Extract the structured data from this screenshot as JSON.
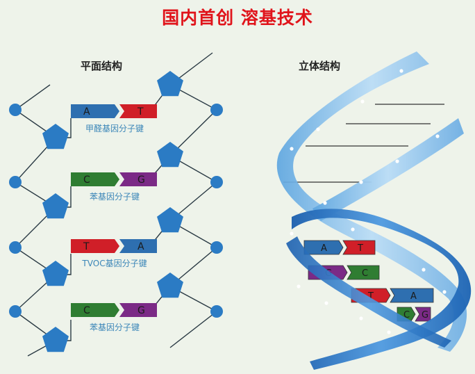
{
  "header": {
    "title": "国内首创 溶基技术",
    "title_color": "#e0141b"
  },
  "planar": {
    "title": "平面结构",
    "pairs": [
      {
        "left": "A",
        "right": "T",
        "left_color": "#2e6fb0",
        "right_color": "#d01f28",
        "caption": "甲醛基因分子键"
      },
      {
        "left": "C",
        "right": "G",
        "left_color": "#2f7d32",
        "right_color": "#7b2a86",
        "caption": "苯基因分子键"
      },
      {
        "left": "T",
        "right": "A",
        "left_color": "#d01f28",
        "right_color": "#2e6fb0",
        "caption": "TVOC基因分子键"
      },
      {
        "left": "C",
        "right": "G",
        "left_color": "#2f7d32",
        "right_color": "#7b2a86",
        "caption": "苯基因分子键"
      }
    ]
  },
  "helix": {
    "title": "立体结构",
    "pairs": [
      {
        "left": "A",
        "right": "T",
        "left_color": "#2e6fb0",
        "right_color": "#d01f28"
      },
      {
        "left": "G",
        "right": "C",
        "left_color": "#7b2a86",
        "right_color": "#2f7d32"
      },
      {
        "left": "T",
        "right": "A",
        "left_color": "#d01f28",
        "right_color": "#2e6fb0"
      },
      {
        "left": "C",
        "right": "G",
        "left_color": "#2f7d32",
        "right_color": "#7b2a86"
      }
    ]
  },
  "colors": {
    "node_blue": "#2b7bc4",
    "strand_light": "#7fb7e6",
    "strand_dark": "#1f6fbf",
    "caption": "#3b86b8"
  }
}
